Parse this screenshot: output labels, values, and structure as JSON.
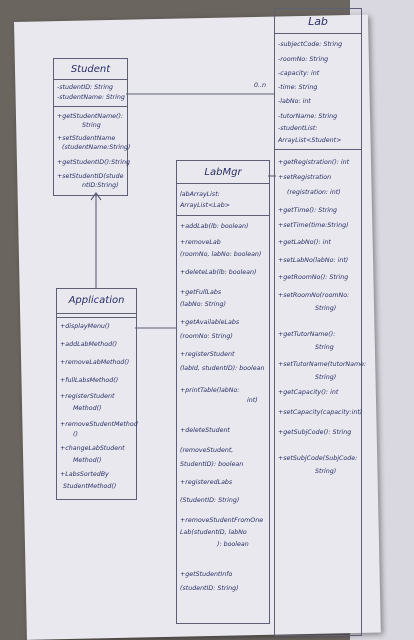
{
  "diagram": {
    "student": {
      "title": "Student",
      "attributes": [
        "-studentID: String",
        "-studentName: String"
      ],
      "methods": [
        "+getStudentName():",
        "String",
        "+setStudentName",
        "(studentName:String)",
        "+getStudentID():String",
        "+setStudentID(stude",
        "ntID:String)"
      ]
    },
    "lab": {
      "title": "Lab",
      "attributes": [
        "-subjectCode: String",
        "-roomNo: String",
        "-capacity: int",
        "-time: String",
        "-labNo: int",
        "-tutorName: String",
        "-studentList:",
        "ArrayList<Student>"
      ],
      "multiplicity": "0..n",
      "methods": [
        "+getRegistration(): int",
        "+setRegistration",
        "(registration: int)",
        "+getTime(): String",
        "+setTime(time:String)",
        "+getLabNo(): int",
        "+setLabNo(labNo: int)",
        "+getRoomNo(): String",
        "+setRoomNo(roomNo:",
        "String)",
        "+getTutorName():",
        "String",
        "+setTutorName(tutorName:",
        "String)",
        "+getCapacity(): int",
        "+setCapacity(capacity:int)",
        "+getSubjCode(): String",
        "+setSubjCode(SubjCode:",
        "String)"
      ]
    },
    "labmgr": {
      "title": "LabMgr",
      "attributes": [
        "labArrayList:",
        "ArrayList<Lab>"
      ],
      "methods": [
        "+addLab(lb: boolean)",
        "+removeLab",
        "(roomNo, labNo: boolean)",
        "+deleteLab(lb: boolean)",
        "+getFullLabs",
        "(labNo: String)",
        "+getAvailableLabs",
        "(roomNo: String)",
        "+registerStudent",
        "(labId, studentID): boolean",
        "+printTable(labNo:",
        "int)",
        "+deleteStudent",
        "(removeStudent,",
        "StudentID): boolean",
        "+registeredLabs",
        "(StudentID: String)",
        "+removeStudentFromOne",
        "Lab(studentID, labNo",
        "): boolean",
        "+getStudentInfo",
        "(studentID: String)"
      ]
    },
    "application": {
      "title": "Application",
      "methods": [
        "+displayMenu()",
        "+addLabMethod()",
        "+removeLabMethod()",
        "+fullLabsMethod()",
        "+registerStudent",
        "Method()",
        "+removeStudentMethod",
        "()",
        "+changeLabStudent",
        "Method()",
        "+LabsSortedBy",
        "StudentMethod()"
      ]
    }
  }
}
